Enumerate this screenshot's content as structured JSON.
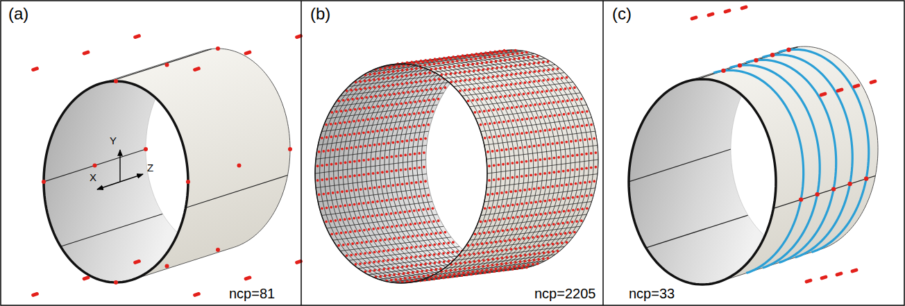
{
  "diagram": {
    "labels": [
      "(a)",
      "Y",
      "X",
      "Z",
      "ncp=81",
      "(b)",
      "ncp=2205",
      "(c)",
      "ncp=33"
    ]
  }
}
